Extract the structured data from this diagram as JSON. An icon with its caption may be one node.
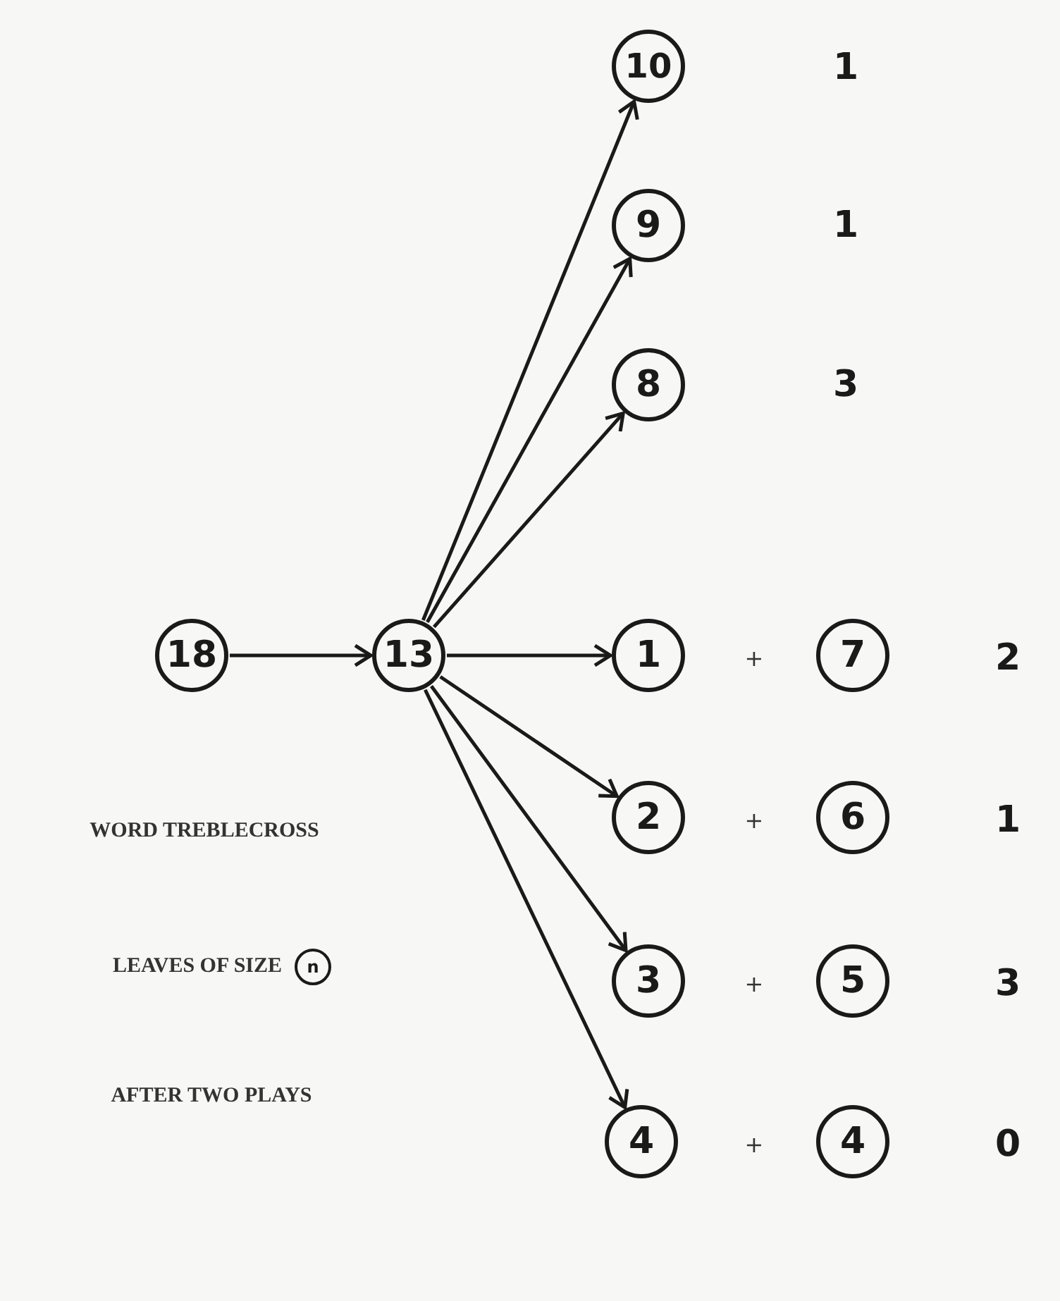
{
  "diagram": {
    "nodes": [
      {
        "text": [
          "18"
        ]
      },
      {
        "text": [
          "13"
        ]
      },
      {
        "text": [
          "10"
        ]
      },
      {
        "text": [
          "9"
        ]
      },
      {
        "text": [
          "8"
        ]
      },
      {
        "text": [
          "1"
        ]
      },
      {
        "text": [
          "7"
        ]
      },
      {
        "text": [
          "2"
        ]
      },
      {
        "text": [
          "6"
        ]
      },
      {
        "text": [
          "3"
        ]
      },
      {
        "text": [
          "5"
        ]
      },
      {
        "text": [
          "4"
        ]
      },
      {
        "text": [
          "4"
        ]
      },
      {
        "text": [
          "n"
        ]
      }
    ],
    "edges": [
      {
        "from": 0,
        "to": 1,
        "arrow": "to"
      },
      {
        "from": 1,
        "to": 2,
        "arrow": "to"
      },
      {
        "from": 1,
        "to": 3,
        "arrow": "to"
      },
      {
        "from": 1,
        "to": 4,
        "arrow": "to"
      },
      {
        "from": 1,
        "to": 5,
        "arrow": "to"
      },
      {
        "from": 1,
        "to": 7,
        "arrow": "to"
      },
      {
        "from": 1,
        "to": 9,
        "arrow": "to"
      },
      {
        "from": 1,
        "to": 11,
        "arrow": "to"
      }
    ],
    "labels": [
      "1",
      "1",
      "3",
      "+",
      "2",
      "WORD TREBLECROSS",
      "+",
      "1",
      "LEAVES OF SIZE",
      "+",
      "3",
      "AFTER TWO PLAYS",
      "+",
      "0"
    ]
  }
}
